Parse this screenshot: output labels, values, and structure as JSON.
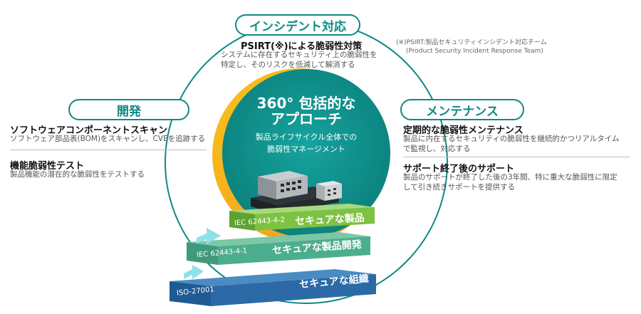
{
  "incident": {
    "pill": "インシデント対応",
    "title": "PSIRT(※)による脆弱性対策",
    "desc_line1": "システムに存在するセキュリティ上の脆弱性を",
    "desc_line2": "特定し、そのリスクを低減して解消する"
  },
  "footnote": {
    "line1": "(※)PSIRT:製品セキュリティインシデント対応チーム",
    "line2": "(Product Security Incident Response Team)"
  },
  "development": {
    "pill": "開発",
    "items": [
      {
        "title": "ソフトウェアコンポーネントスキャン",
        "desc": "ソフトウェア部品表(BOM)をスキャンし、CVEを追跡する"
      },
      {
        "title": "機能脆弱性テスト",
        "desc": "製品機能の潜在的な脆弱性をテストする"
      }
    ]
  },
  "maintenance": {
    "pill": "メンテナンス",
    "items": [
      {
        "title": "定期的な脆弱性メンテナンス",
        "desc_line1": "製品に内在するセキュリティの脆弱性を継続的かつリアルタイム",
        "desc_line2": "で監視し、対応する"
      },
      {
        "title": "サポート終了後のサポート",
        "desc_line1": "製品のサポートが終了した後の3年間、特に重大な脆弱性に限定",
        "desc_line2": "して引き続きサポートを提供する"
      }
    ]
  },
  "center": {
    "title_line1": "360° 包括的な",
    "title_line2": "アプローチ",
    "sub_line1": "製品ライフサイクル全体での",
    "sub_line2": "脆弱性マネージメント"
  },
  "steps": [
    {
      "standard": "IEC 62443-4-2",
      "label": "セキュアな製品"
    },
    {
      "standard": "IEC 62443-4-1",
      "label": "セキュアな製品開発"
    },
    {
      "standard": "ISO-27001",
      "label": "セキュアな組織"
    }
  ],
  "colors": {
    "teal": "#0d8a86",
    "teal_dark": "#0a6f6c",
    "orange": "#f39a1e",
    "yellow": "#f7c21c",
    "green": "#7dc243",
    "green_mid": "#4dae8e",
    "blue": "#2b6aa6"
  }
}
